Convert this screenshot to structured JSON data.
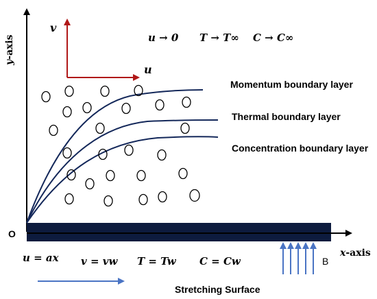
{
  "axes": {
    "y_label_var": "y",
    "y_label_suffix": "-axis",
    "x_label_var": "x",
    "x_label_suffix": "-axis",
    "origin": "O"
  },
  "velocity_axes": {
    "v": "v",
    "u": "u"
  },
  "far_field": {
    "u_cond": "u → 0",
    "t_cond": "T → T∞",
    "c_cond": "C → C∞"
  },
  "layers": {
    "momentum": "Momentum boundary layer",
    "thermal": "Thermal boundary layer",
    "concentration": "Concentration boundary layer"
  },
  "wall": {
    "u_cond": "u = ax",
    "v_cond": "v = vw",
    "t_cond": "T = Tw",
    "c_cond": "C = Cw",
    "b_label": "B"
  },
  "surface_label": "Stretching Surface",
  "colors": {
    "plate": "#0d1b3e",
    "curves": "#14285a",
    "red_axes": "#b01818",
    "blue_arrows": "#4a74c4"
  }
}
